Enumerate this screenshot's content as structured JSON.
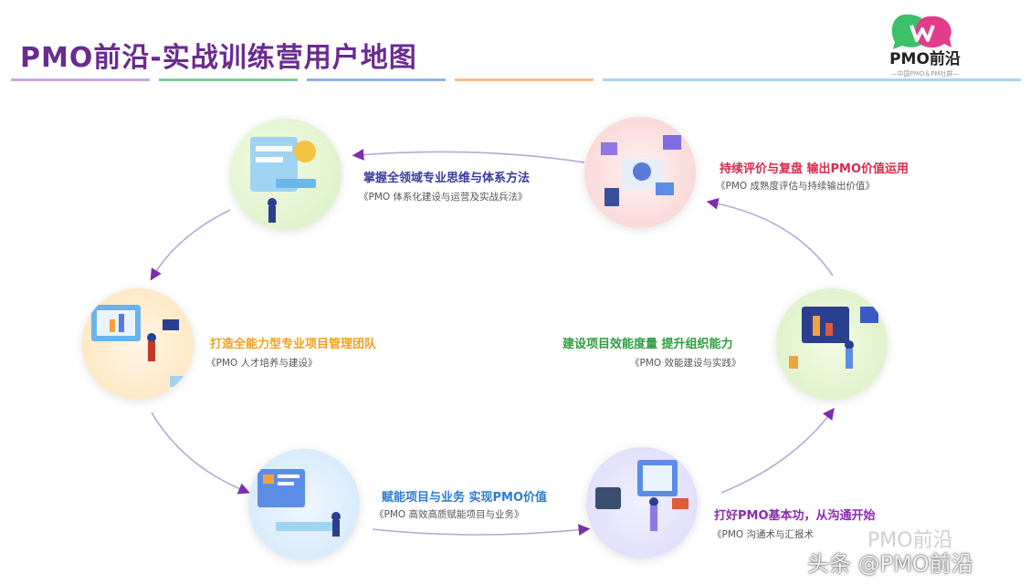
{
  "title": "PMO前沿-实战训练营用户地图",
  "logo": {
    "name": "PMO前沿",
    "tagline": "—中国PMO＆PM社群—"
  },
  "nodes": [
    {
      "title": "掌握全领域专业思维与体系方法",
      "subtitle": "《PMO 体系化建设与运营及实战兵法》",
      "color": "#3a3a9c"
    },
    {
      "title": "持续评价与复盘 输出PMO价值运用",
      "subtitle": "《PMO 成熟度评估与持续输出价值》",
      "color": "#d92a4a"
    },
    {
      "title": "打造全能力型专业项目管理团队",
      "subtitle": "《PMO 人才培养与建设》",
      "color": "#f0a020"
    },
    {
      "title": "建设项目效能度量 提升组织能力",
      "subtitle": "《PMO 效能建设与实践》",
      "color": "#2e9d3f"
    },
    {
      "title": "赋能项目与业务 实现PMO价值",
      "subtitle": "《PMO 高效高质赋能项目与业务》",
      "color": "#2f7bd1"
    },
    {
      "title": "打好PMO基本功，从沟通开始",
      "subtitle": "《PMO 沟通术与汇报术",
      "color": "#8a2bb0"
    }
  ],
  "watermark": {
    "line1": "PMO前沿",
    "line2": "头条 @PMO前沿"
  },
  "colors": {
    "title": "#6a2b8f",
    "arrow": "#b9a6d6",
    "arrowhead": "#7a2fb0"
  }
}
